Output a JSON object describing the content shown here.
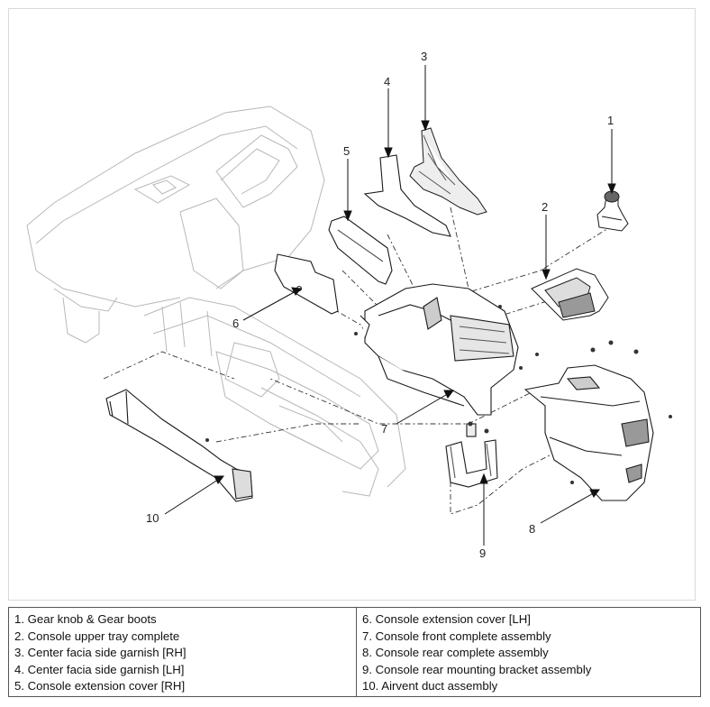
{
  "callouts": [
    {
      "n": "1"
    },
    {
      "n": "2"
    },
    {
      "n": "3"
    },
    {
      "n": "4"
    },
    {
      "n": "5"
    },
    {
      "n": "6"
    },
    {
      "n": "7"
    },
    {
      "n": "8"
    },
    {
      "n": "9"
    },
    {
      "n": "10"
    }
  ],
  "legend": {
    "left": [
      "1. Gear knob & Gear boots",
      "2. Console upper tray complete",
      "3. Center facia side garnish [RH]",
      "4. Center facia side garnish [LH]",
      "5. Console extension cover [RH]"
    ],
    "right": [
      "6. Console extension cover [LH]",
      "7. Console front complete assembly",
      "8. Console rear complete assembly",
      "9. Console rear mounting bracket assembly",
      "10. Airvent duct assembly"
    ]
  },
  "colors": {
    "line": "#1a1a1a",
    "ghost": "#b8b8b8",
    "dash": "#333333"
  }
}
